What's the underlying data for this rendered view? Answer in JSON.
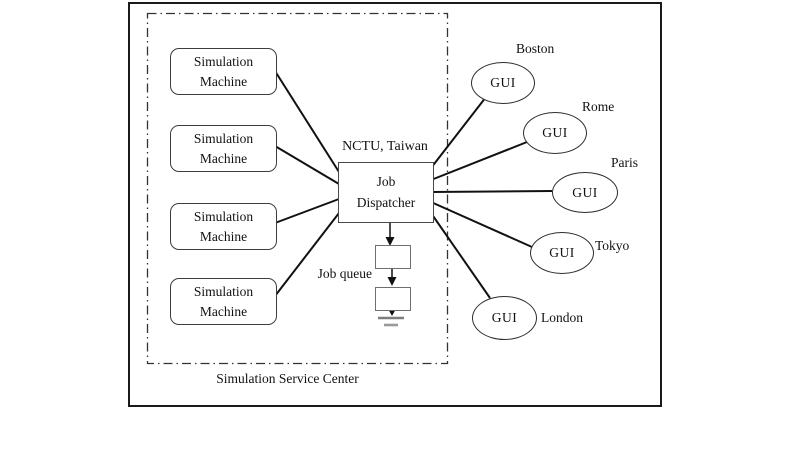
{
  "colors": {
    "connector": "#111111",
    "frame_border": "#1a1a1a",
    "dashdot_border": "#333333",
    "ground": "#808080",
    "background": "#ffffff"
  },
  "service_center": {
    "label": "Simulation Service Center",
    "location_label": "NCTU, Taiwan",
    "dispatcher": {
      "line1": "Job",
      "line2": "Dispatcher"
    },
    "job_queue_label": "Job queue",
    "machines": [
      {
        "line1": "Simulation",
        "line2": "Machine"
      },
      {
        "line1": "Simulation",
        "line2": "Machine"
      },
      {
        "line1": "Simulation",
        "line2": "Machine"
      },
      {
        "line1": "Simulation",
        "line2": "Machine"
      }
    ]
  },
  "clients": [
    {
      "label": "GUI",
      "city": "Boston"
    },
    {
      "label": "GUI",
      "city": "Rome"
    },
    {
      "label": "GUI",
      "city": "Paris"
    },
    {
      "label": "GUI",
      "city": "Tokyo"
    },
    {
      "label": "GUI",
      "city": "London"
    }
  ]
}
